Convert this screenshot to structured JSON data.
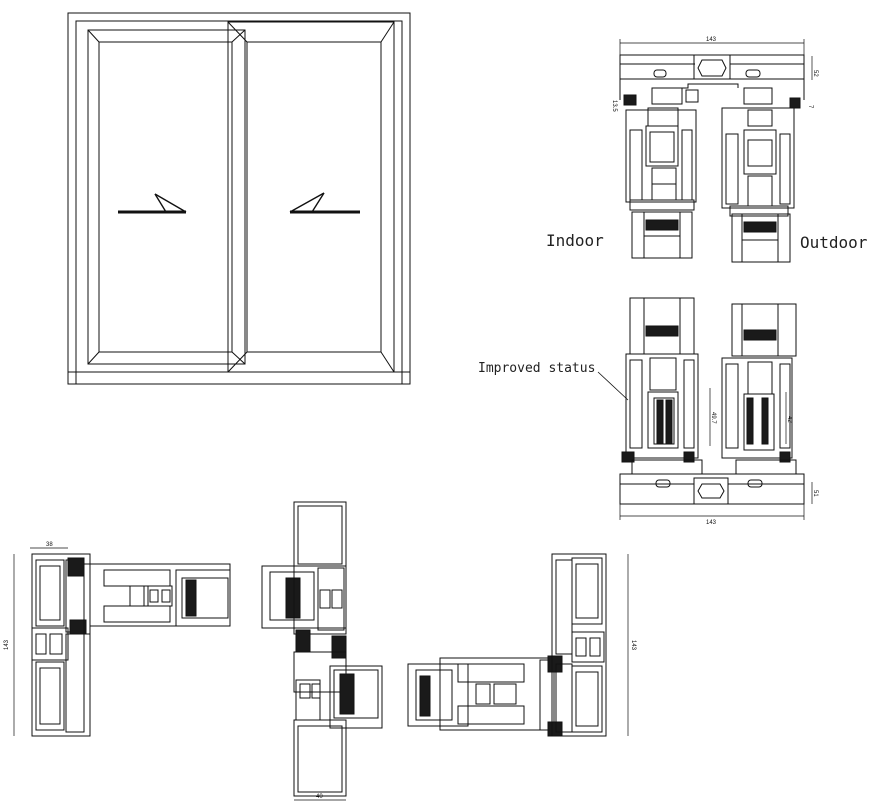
{
  "labels": {
    "indoor": "Indoor",
    "outdoor": "Outdoor",
    "improved_status": "Improved status"
  },
  "dimensions": {
    "top_section_width": "143",
    "top_section_height": "52",
    "top_section_small_left": "13.5",
    "top_section_small_right": "7",
    "bottom_section_width": "143",
    "bottom_section_height": "51",
    "bottom_section_inner_left": "49.7",
    "bottom_section_inner_right": "42",
    "left_profile_width": "38",
    "left_profile_height": "143",
    "right_profile_height": "143",
    "center_mullion_width": "40"
  },
  "colors": {
    "line": "#111111",
    "fill_dark": "#1a1a1a"
  }
}
